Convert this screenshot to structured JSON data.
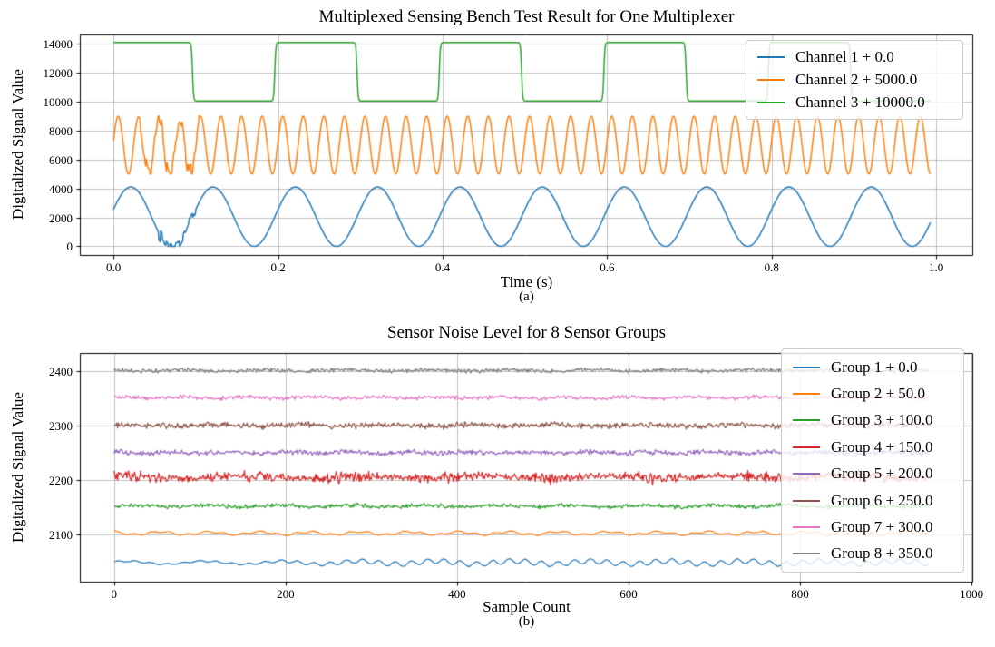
{
  "figure": {
    "background": "#ffffff",
    "grid_color": "#b0b0b0",
    "axis_color": "#000000",
    "tick_label_color": "#000000"
  },
  "chart_data": [
    {
      "type": "line",
      "title": "Multiplexed Sensing Bench Test Result for One Multiplexer",
      "xlabel": "Time (s)",
      "sublabel": "(a)",
      "ylabel": "Digitalized Signal Value",
      "grid": true,
      "legend_position": "upper right",
      "xlim": [
        -0.041,
        1.045
      ],
      "ylim": [
        -600,
        14650
      ],
      "x_range": [
        0,
        0.993
      ],
      "xticks": {
        "values": [
          0.0,
          0.2,
          0.4,
          0.6,
          0.8,
          1.0
        ],
        "labels": [
          "0.0",
          "0.2",
          "0.4",
          "0.6",
          "0.8",
          "1.0"
        ]
      },
      "yticks": {
        "values": [
          0,
          2000,
          4000,
          6000,
          8000,
          10000,
          12000,
          14000
        ],
        "labels": [
          "0",
          "2000",
          "4000",
          "6000",
          "8000",
          "10000",
          "12000",
          "14000"
        ]
      },
      "series": [
        {
          "name": "Channel 1 + 0.0",
          "color": "#1f77b4",
          "kind": "sine",
          "base": 2050,
          "amp": 2050,
          "freq": 10,
          "phase": 0.25,
          "glitch": {
            "from": 0.055,
            "to": 0.1,
            "jitter": 520
          },
          "clamp": [
            0,
            4120
          ],
          "seed": 7
        },
        {
          "name": "Channel 2 + 5000.0",
          "color": "#ff7f0e",
          "kind": "sine",
          "base": 7000,
          "amp": 2000,
          "freq": 40,
          "phase": 0.15,
          "glitch": {
            "from": 0.03,
            "to": 0.105,
            "jitter": 800
          },
          "clamp": [
            5000,
            9020
          ],
          "seed": 13
        },
        {
          "name": "Channel 3 + 10000.0",
          "color": "#2ca02c",
          "kind": "square",
          "base": 12075,
          "amp": 2025,
          "freq": 5,
          "shift": 0.004,
          "sharp": 25,
          "seed": 3
        }
      ]
    },
    {
      "type": "line",
      "title": "Sensor Noise Level for 8 Sensor Groups",
      "xlabel": "Sample Count",
      "sublabel": "(b)",
      "ylabel": "Digitalized Signal Value",
      "grid": true,
      "legend_position": "upper right",
      "xlim": [
        -40,
        1002
      ],
      "ylim": [
        2013,
        2433
      ],
      "x_range": [
        0,
        950
      ],
      "xticks": {
        "values": [
          0,
          200,
          400,
          600,
          800,
          1000
        ],
        "labels": [
          "0",
          "200",
          "400",
          "600",
          "800",
          "1000"
        ]
      },
      "yticks": {
        "values": [
          2100,
          2200,
          2300,
          2400
        ],
        "labels": [
          "2100",
          "2200",
          "2300",
          "2400"
        ]
      },
      "series": [
        {
          "name": "Group 1 + 0.0",
          "color": "#1f77b4",
          "kind": "noisy",
          "base": 2048,
          "noise": 0.8,
          "waves": [
            {
              "amp": 2.8,
              "period": 90,
              "phase": 0.5
            },
            {
              "amp": 4.4,
              "period": 19,
              "phase": 0.0,
              "ramp": {
                "start": 140,
                "end": 330,
                "floor": 0.3
              }
            }
          ],
          "seed": 101
        },
        {
          "name": "Group 2 + 50.0",
          "color": "#ff7f0e",
          "kind": "noisy",
          "base": 2102,
          "noise": 0.9,
          "waves": [
            {
              "amp": 2.6,
              "period": 58,
              "phase": 2.0
            },
            {
              "amp": 1.6,
              "period": 21,
              "phase": 1.0
            }
          ],
          "seed": 102
        },
        {
          "name": "Group 3 + 100.0",
          "color": "#2ca02c",
          "kind": "noisy",
          "base": 2152,
          "noise": 4.5,
          "waves": [
            {
              "amp": 1.6,
              "period": 85,
              "phase": 0.0
            }
          ],
          "seed": 103
        },
        {
          "name": "Group 4 + 150.0",
          "color": "#d62728",
          "kind": "noisy",
          "base": 2205,
          "noise": 10,
          "waves": [
            {
              "amp": 2.5,
              "period": 140,
              "phase": 1.0
            }
          ],
          "mod": {
            "period": 120,
            "depth": 0.35
          },
          "seed": 104
        },
        {
          "name": "Group 5 + 200.0",
          "color": "#9467bd",
          "kind": "noisy",
          "base": 2250,
          "noise": 5.5,
          "waves": [
            {
              "amp": 1.2,
              "period": 70,
              "phase": 2.0
            }
          ],
          "seed": 105
        },
        {
          "name": "Group 6 + 250.0",
          "color": "#8c564b",
          "kind": "noisy",
          "base": 2300,
          "noise": 6.5,
          "waves": [
            {
              "amp": 1.5,
              "period": 100,
              "phase": 0.3
            }
          ],
          "seed": 106
        },
        {
          "name": "Group 7 + 300.0",
          "color": "#e377c2",
          "kind": "noisy",
          "base": 2351,
          "noise": 4.5,
          "waves": [
            {
              "amp": 1.3,
              "period": 75,
              "phase": 1.2
            }
          ],
          "seed": 107
        },
        {
          "name": "Group 8 + 350.0",
          "color": "#7f7f7f",
          "kind": "noisy",
          "base": 2401,
          "noise": 4.5,
          "waves": [
            {
              "amp": 1.2,
              "period": 95,
              "phase": 2.4
            }
          ],
          "seed": 108
        }
      ]
    }
  ]
}
